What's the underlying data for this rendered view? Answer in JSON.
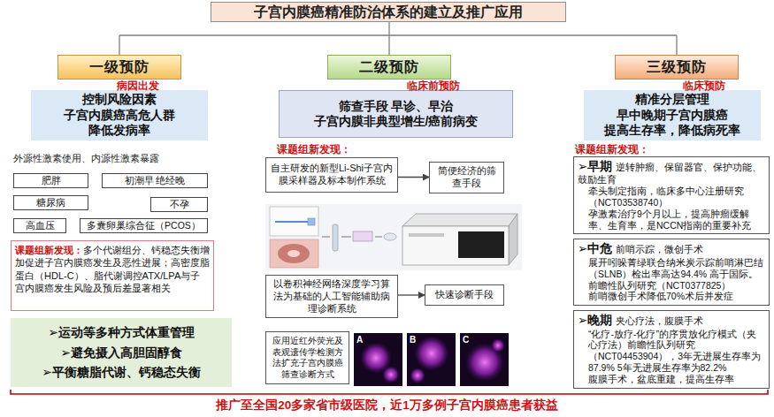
{
  "diagram": {
    "title": "子宫内膜癌精准防治体系的建立及推广应用",
    "caption": "推广至全国20多家省市级医院，近1万多例子宫内膜癌患者获益",
    "nodes": [
      {
        "text": [
          "一级预防"
        ]
      },
      {
        "text": [
          "控制风险因素 子宫内膜癌高危人群 降低发病率"
        ]
      },
      {
        "text": [
          "肥胖"
        ]
      },
      {
        "text": [
          "初潮早 绝经晚"
        ]
      },
      {
        "text": [
          "糖尿病"
        ]
      },
      {
        "text": [
          "不孕"
        ]
      },
      {
        "text": [
          "高血压"
        ]
      },
      {
        "text": [
          "多囊卵巢综合征（PCOS）"
        ]
      },
      {
        "text": [
          "课题组新发现：",
          "多个代谢组分、钙稳态失衡增加促进子宫内膜癌发生及恶性进展；高密度脂蛋白（HDL-C）、脂代谢调控ATX/LPA与子宫内膜癌发生风险及预后差显著相关"
        ]
      },
      {
        "text": [
          "➢运动等多种方式体重管理",
          "➢避免摄入高胆固醇食",
          "➢平衡糖脂代谢、钙稳态失衡"
        ]
      },
      {
        "text": [
          "二级预防"
        ]
      },
      {
        "text": [
          "筛查手段 早诊、早治 子宫内膜非典型增生/癌前病变"
        ]
      },
      {
        "text": [
          "自主研发的新型Li-Shi子宫内膜采样器及标本制作系统"
        ]
      },
      {
        "text": [
          "简便经济的筛查手段"
        ]
      },
      {
        "text": [
          "以卷积神经网络深度学习算法为基础的人工智能辅助病理诊断系统"
        ]
      },
      {
        "text": [
          "快速诊断手段"
        ]
      },
      {
        "text": [
          "应用近红外荧光及表观遗传学检测方法扩充子宫内膜癌筛查诊断方式"
        ]
      },
      {
        "text": [
          "三级预防"
        ]
      },
      {
        "text": [
          "精准分层管理 早中晚期子宫内膜癌 提高生存率，降低病死率"
        ]
      },
      {
        "text": [
          "➢早期",
          "逆转肿瘤、保留器官、保护功能、鼓励生育",
          "牵头制定指南，临床多中心注册研究（NCT03538740）",
          "孕激素治疗9个月以上，提高肿瘤缓解率、生育率，是NCCN指南的重要补充"
        ]
      },
      {
        "text": [
          "➢中危",
          "前哨示踪，微创手术",
          "展开吲哚菁绿联合纳米炭示踪前哨淋巴结（SLNB）检出率高达94.4% 高于国际。前瞻性队列研究（NCT0377825）",
          "前哨微创手术降低70%术后并发症"
        ]
      },
      {
        "text": [
          "➢晚期",
          "夹心疗法，腹膜手术",
          "“化疗-放疗-化疗”的序贯放化疗模式（夹心疗法）前瞻性队列研究（NCT04453904），3年无进展生存率为87.9% 5年无进展生存率为82.2%",
          "腹膜手术，盆底重建，提高生存率"
        ]
      }
    ],
    "edges": [
      {
        "from": 12,
        "to": 13,
        "arrow": "to"
      },
      {
        "from": 14,
        "to": 15,
        "arrow": "to"
      }
    ],
    "labels": [
      "病因出发",
      "外源性激素使用、内源性激素暴露",
      "临床前预防",
      "课题组新发现：",
      "A",
      "B",
      "C",
      "临床预防",
      "课题组新发现："
    ]
  }
}
